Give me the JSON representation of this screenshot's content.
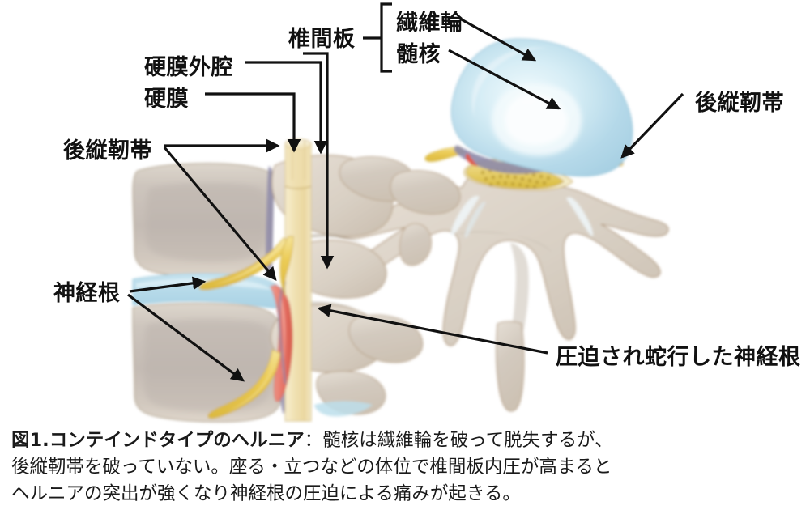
{
  "figure": {
    "title_bold": "図1.コンテインドタイプのヘルニア",
    "colon": "：",
    "caption_line1_rest": "髄核は繊維輪を破って脱失するが、",
    "caption_line2": "後縦靭帯を破っていない。座る・立つなどの体位で椎間板内圧が高まると",
    "caption_line3": "ヘルニアの突出が強くなり神経根の圧迫による痛みが起きる。"
  },
  "labels": {
    "disc": "椎間板",
    "annulus": "繊維輪",
    "nucleus": "髄核",
    "epidural_space": "硬膜外腔",
    "dura": "硬膜",
    "pll_left": "後縦靭帯",
    "pll_right": "後縦靭帯",
    "nerve_root": "神経根",
    "compressed_nerve_root": "圧迫され蛇行した神経根"
  },
  "colors": {
    "bone": "#d6cec4",
    "bone_light": "#e3dbd0",
    "bone_outline": "#b9a488",
    "disc_blue": "#b9dbe9",
    "disc_blue_light": "#d4eaf3",
    "nerve_yellow": "#ebcb55",
    "dura_cream": "#f1e2b4",
    "hernia_red": "#e8776a",
    "pll_purple": "#8d8aa8",
    "line_black": "#111111",
    "background": "#ffffff"
  },
  "anatomy": {
    "left_view": "sagittal-section-lumbar-spine",
    "right_view": "axial-section-lumbar-vertebra",
    "left_parts": [
      "upper-vertebral-body",
      "lower-vertebral-body",
      "intervertebral-disc",
      "dural-sac",
      "nerve-root-exiting",
      "nerve-root-descending",
      "herniated-nucleus-pulposus",
      "posterior-longitudinal-ligament",
      "spinous-process",
      "facet-joint"
    ],
    "right_parts": [
      "vertebral-body",
      "herniated-disc-bulge",
      "cauda-equina",
      "transverse-process-left",
      "transverse-process-right",
      "spinous-process",
      "lamina",
      "posterior-longitudinal-ligament",
      "nerve-roots-lateral"
    ]
  }
}
